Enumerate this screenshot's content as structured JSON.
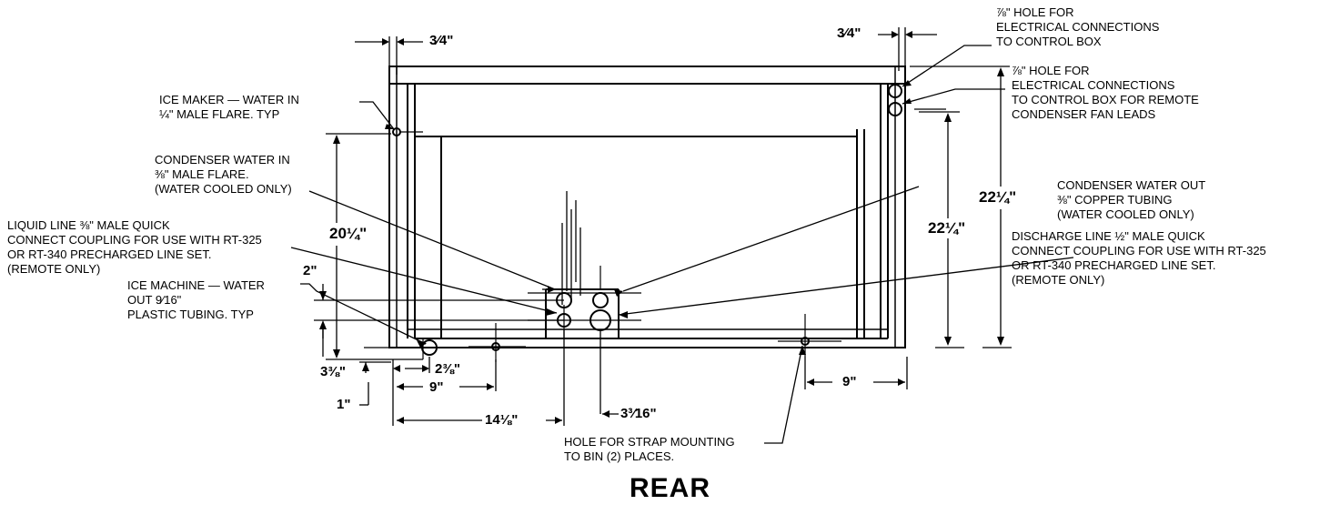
{
  "title": "REAR",
  "callouts": {
    "hole_electrical": "⅞\" HOLE FOR\nELECTRICAL CONNECTIONS\nTO CONTROL BOX",
    "hole_remote_fan": "⅞\" HOLE FOR\nELECTRICAL CONNECTIONS\nTO CONTROL BOX FOR REMOTE\nCONDENSER FAN LEADS",
    "ice_maker_water_in": "ICE MAKER — WATER IN\n¼\" MALE FLARE. TYP",
    "condenser_water_in": "CONDENSER WATER IN\n⅜\" MALE FLARE.\n(WATER COOLED ONLY)",
    "condenser_water_out": "CONDENSER WATER OUT\n⅜\" COPPER TUBING\n(WATER COOLED ONLY)",
    "liquid_line": "LIQUID LINE ⅜\" MALE QUICK\nCONNECT COUPLING FOR USE WITH RT-325\nOR RT-340 PRECHARGED LINE SET.\n(REMOTE ONLY)",
    "ice_machine_water_out": "ICE MACHINE — WATER\nOUT 9⁄16\"\nPLASTIC TUBING. TYP",
    "discharge_line": "DISCHARGE LINE ½\" MALE QUICK\nCONNECT COUPLING FOR USE WITH RT-325\nOR RT-340 PRECHARGED LINE SET.\n(REMOTE ONLY)",
    "strap_hole": "HOLE FOR STRAP MOUNTING\nTO BIN (2) PLACES."
  },
  "dimensions": {
    "left_offset": "3⁄4\"",
    "right_offset": "3⁄4\"",
    "height_left": "20¼\"",
    "height_inner": "22¼\"",
    "height_outer": "22¼\"",
    "two_in": "2\"",
    "three_three_eighths": "3⅜\"",
    "one_in": "1\"",
    "two_three_eighths": "2⅜\"",
    "nine_left": "9\"",
    "fourteen_one_eighth": "14⅛\"",
    "three_three_sixteenths": "3³⁄16\"",
    "nine_right": "9\""
  }
}
